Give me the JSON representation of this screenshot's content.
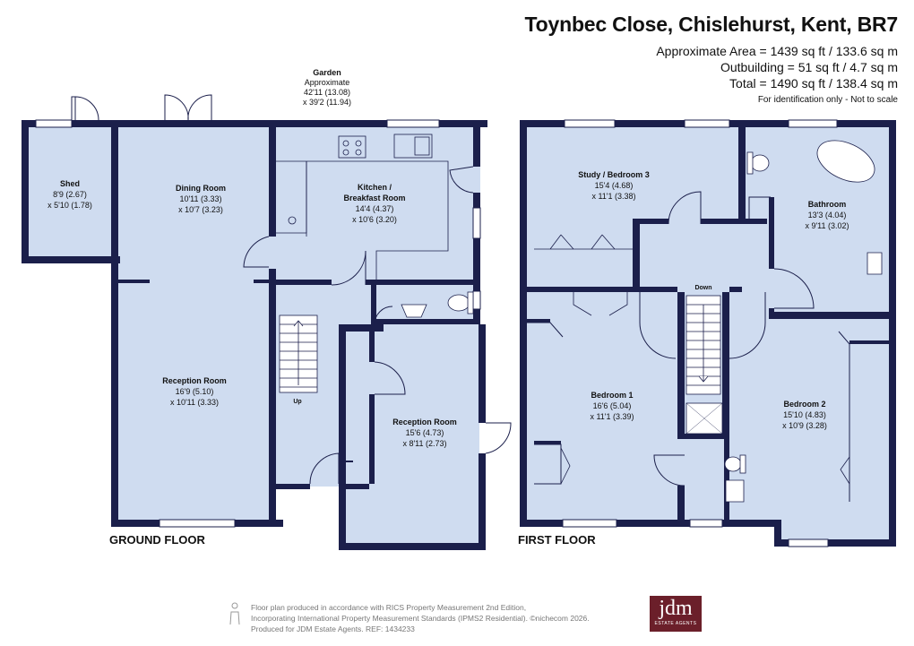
{
  "header": {
    "title": "Toynbec Close, Chislehurst, Kent, BR7",
    "approx_area": "Approximate Area = 1439 sq ft / 133.6 sq m",
    "outbuilding": "Outbuilding = 51 sq ft / 4.7 sq m",
    "total": "Total = 1490 sq ft / 138.4 sq m",
    "identification": "For identification only - Not to scale"
  },
  "garden": {
    "title": "Garden",
    "line1": "Approximate",
    "line2": "42'11 (13.08)",
    "line3": "x 39'2 (11.94)"
  },
  "ground_floor": {
    "label": "GROUND FLOOR",
    "rooms": [
      {
        "name": "Shed",
        "dim1": "8'9 (2.67)",
        "dim2": "x 5'10 (1.78)"
      },
      {
        "name": "Dining Room",
        "dim1": "10'11 (3.33)",
        "dim2": "x 10'7 (3.23)"
      },
      {
        "name": "Kitchen /",
        "name2": "Breakfast Room",
        "dim1": "14'4 (4.37)",
        "dim2": "x 10'6 (3.20)"
      },
      {
        "name": "Reception Room",
        "dim1": "16'9 (5.10)",
        "dim2": "x 10'11 (3.33)"
      },
      {
        "name": "Reception Room",
        "dim1": "15'6 (4.73)",
        "dim2": "x 8'11 (2.73)"
      }
    ],
    "stairs_label": "Up"
  },
  "first_floor": {
    "label": "FIRST FLOOR",
    "rooms": [
      {
        "name": "Study / Bedroom 3",
        "dim1": "15'4 (4.68)",
        "dim2": "x 11'1 (3.38)"
      },
      {
        "name": "Bathroom",
        "dim1": "13'3 (4.04)",
        "dim2": "x 9'11 (3.02)"
      },
      {
        "name": "Bedroom 1",
        "dim1": "16'6 (5.04)",
        "dim2": "x 11'1 (3.39)"
      },
      {
        "name": "Bedroom 2",
        "dim1": "15'10 (4.83)",
        "dim2": "x 10'9 (3.28)"
      }
    ],
    "stairs_label": "Down"
  },
  "footer": {
    "line1": "Floor plan produced in accordance with RICS Property Measurement 2nd Edition,",
    "line2": "Incorporating International Property Measurement Standards (IPMS2 Residential).  ©nichecom 2026.",
    "line3": "Produced for JDM Estate Agents.   REF: 1434233"
  },
  "logo": {
    "text": "jdm",
    "subtext": "ESTATE AGENTS"
  },
  "colors": {
    "wall": "#1b1f4b",
    "floor": "#cfdcf0",
    "text": "#111111"
  }
}
